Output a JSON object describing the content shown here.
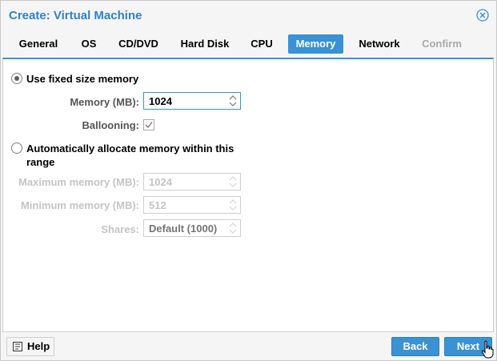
{
  "window": {
    "title": "Create: Virtual Machine"
  },
  "tabs": [
    {
      "label": "General",
      "state": "normal"
    },
    {
      "label": "OS",
      "state": "normal"
    },
    {
      "label": "CD/DVD",
      "state": "normal"
    },
    {
      "label": "Hard Disk",
      "state": "normal"
    },
    {
      "label": "CPU",
      "state": "normal"
    },
    {
      "label": "Memory",
      "state": "active"
    },
    {
      "label": "Network",
      "state": "normal"
    },
    {
      "label": "Confirm",
      "state": "disabled"
    }
  ],
  "memory": {
    "fixed_option": {
      "label": "Use fixed size memory",
      "selected": true
    },
    "memory_mb": {
      "label": "Memory (MB):",
      "value": "1024"
    },
    "ballooning": {
      "label": "Ballooning:",
      "checked": true
    },
    "auto_option": {
      "label_line1": "Automatically allocate memory within this",
      "label_line2": "range",
      "selected": false
    },
    "max_memory": {
      "label": "Maximum memory (MB):",
      "value": "1024"
    },
    "min_memory": {
      "label": "Minimum memory (MB):",
      "value": "512"
    },
    "shares": {
      "label": "Shares:",
      "placeholder": "Default (1000)"
    }
  },
  "footer": {
    "help_label": "Help",
    "back_label": "Back",
    "next_label": "Next"
  },
  "colors": {
    "accent": "#3892d4",
    "title": "#2b83cc",
    "disabled_text": "#c4c4c4"
  }
}
